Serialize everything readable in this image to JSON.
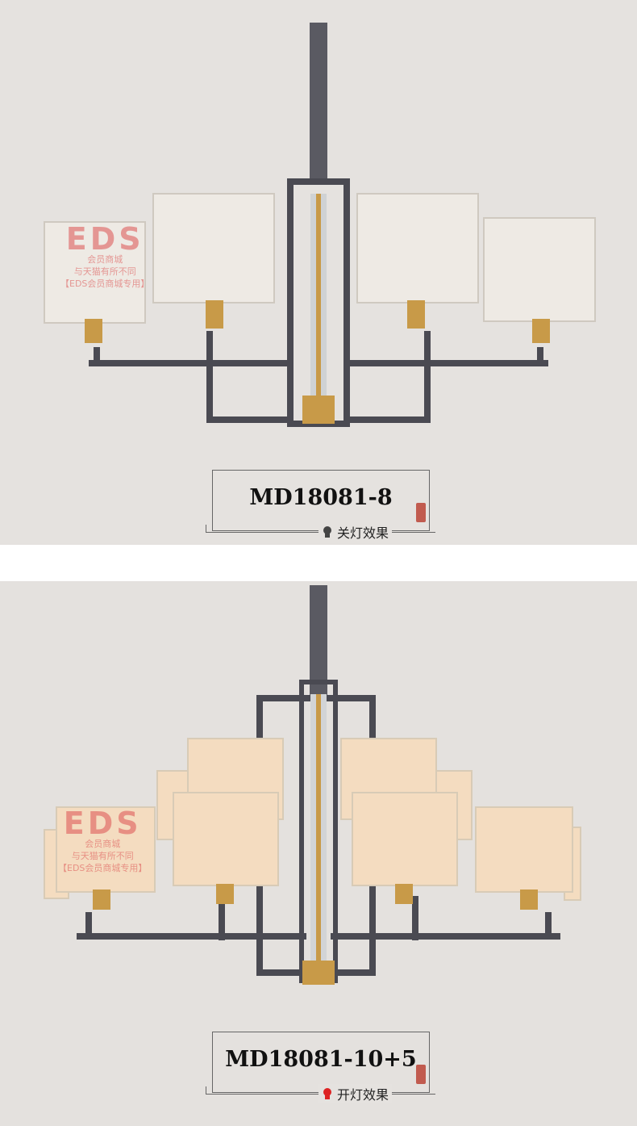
{
  "panels": [
    {
      "model": "MD18081-8",
      "effect_label": "关灯效果",
      "effect_icon": "bulb-off-icon",
      "lit": false
    },
    {
      "model": "MD18081-10+5",
      "effect_label": "开灯效果",
      "effect_icon": "bulb-on-icon",
      "lit": true
    }
  ],
  "watermark": {
    "brand": "EDS",
    "line1": "会员商城",
    "line2": "与天猫有所不同",
    "line3": "【EDS会员商城专用】"
  },
  "colors": {
    "background": "#e5e2df",
    "metal": "#4a4a52",
    "brass": "#c89a48",
    "shade_off": "#eeeae4",
    "shade_on": "#f4dcc0"
  }
}
